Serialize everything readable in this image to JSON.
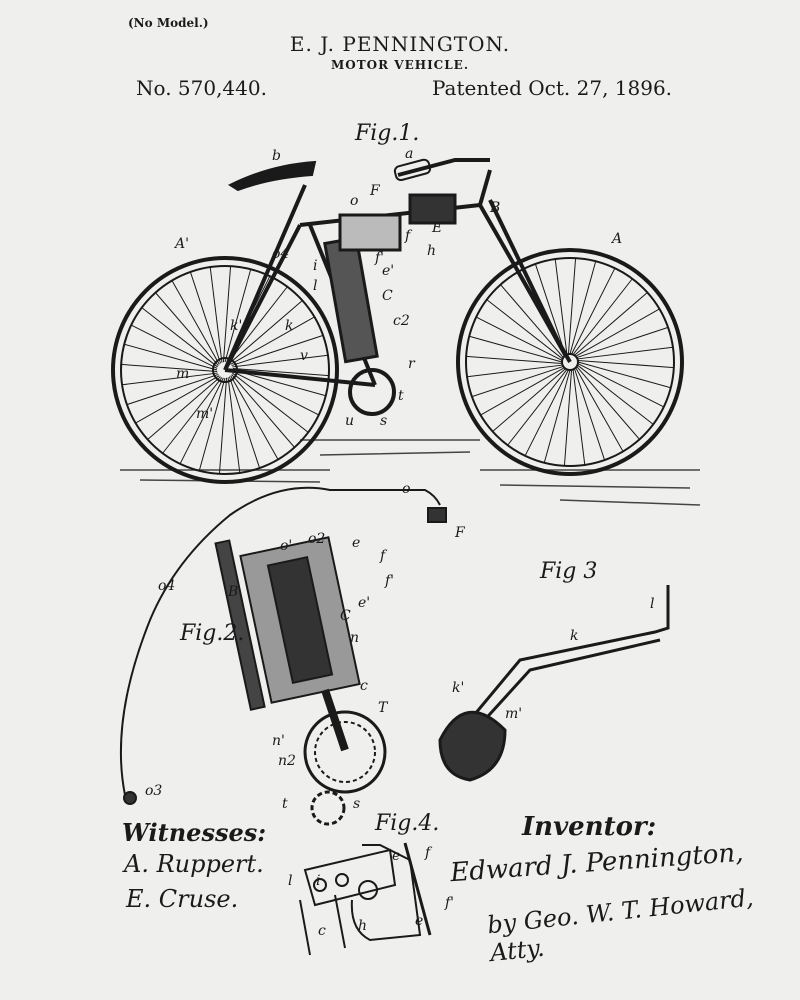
{
  "header": {
    "no_model": "(No Model.)",
    "inventor_name": "E. J. PENNINGTON.",
    "title": "MOTOR VEHICLE.",
    "patent_number": "No. 570,440.",
    "patent_date": "Patented Oct. 27, 1896."
  },
  "figures": {
    "fig1": "Fig.1.",
    "fig2": "Fig.2.",
    "fig3": "Fig 3",
    "fig4": "Fig.4."
  },
  "part_labels": {
    "fig1": [
      "a",
      "b",
      "B",
      "A",
      "A'",
      "o",
      "F",
      "E",
      "f",
      "h",
      "C",
      "l",
      "i",
      "o4",
      "k'",
      "k",
      "v",
      "m",
      "m'",
      "c2",
      "r",
      "t",
      "s",
      "u",
      "e'",
      "f'"
    ],
    "fig2": [
      "o",
      "F",
      "o'",
      "o2",
      "e",
      "f",
      "f'",
      "B",
      "C",
      "e'",
      "n",
      "c",
      "T",
      "n'",
      "n2",
      "t",
      "s",
      "o4",
      "o3"
    ],
    "fig3": [
      "l",
      "k",
      "k'",
      "m'"
    ],
    "fig4": [
      "f",
      "e",
      "f'",
      "i",
      "l",
      "c",
      "h",
      "e"
    ]
  },
  "signatures": {
    "witnesses_label": "Witnesses:",
    "witness_1": "A. Ruppert.",
    "witness_2": "E. Cruse.",
    "inventor_label": "Inventor:",
    "inventor_signature": "Edward J. Pennington,",
    "attorney_signature": "by Geo. W. T. Howard, Atty."
  }
}
